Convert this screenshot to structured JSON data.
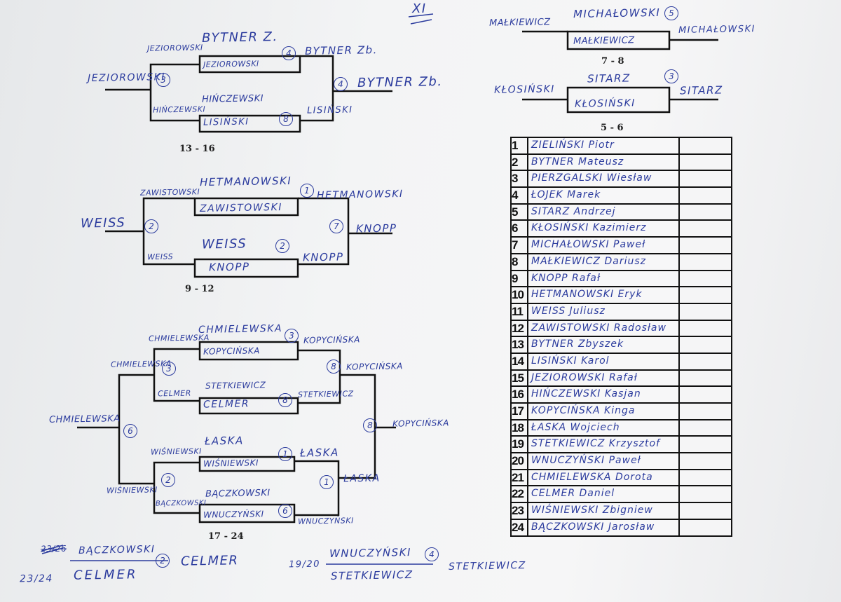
{
  "sheet_label": "XI",
  "bracket_7_8": {
    "label": "7 - 8",
    "left_entry": "MAŁKIEWICZ",
    "top": "MICHAŁOWSKI",
    "top_score": "5",
    "bottom": "MAŁKIEWICZ",
    "winner": "MICHAŁOWSKI"
  },
  "bracket_5_6": {
    "label": "5 - 6",
    "left_entry": "KŁOSIŃSKI",
    "top": "SITARZ",
    "top_score": "3",
    "bottom": "KŁOSIŃSKI",
    "winner": "SITARZ"
  },
  "bracket_13_16": {
    "label": "13 - 16",
    "m1_top": "BYTNER Z.",
    "m1_bottom": "JEZIOROWSKI",
    "m1_score": "4",
    "m1_winner": "BYTNER Zb.",
    "m1_loser": "JEZIOROWSKI",
    "m2_top": "HIŃCZEWSKI",
    "m2_bottom": "LISIŃSKI",
    "m2_score": "8",
    "m2_winner": "LISIŃSKI",
    "m2_loser": "HIŃCZEWSKI",
    "left_winner": "JEZIOROWSKI",
    "left_score": "3",
    "right_score": "4",
    "right_winner": "BYTNER Zb."
  },
  "bracket_9_12": {
    "label": "9 - 12",
    "m1_top": "HETMANOWSKI",
    "m1_bottom": "ZAWISTOWSKI",
    "m1_score": "1",
    "m1_winner": "HETMANOWSKI",
    "m1_loser": "ZAWISTOWSKI",
    "m2_top": "WEISS",
    "m2_bottom": "KNOPP",
    "m2_score": "2",
    "m2_winner": "KNOPP",
    "m2_loser": "WEISS",
    "left_winner": "WEISS",
    "left_score": "2",
    "right_score": "7",
    "right_winner": "KNOPP"
  },
  "bracket_17_24": {
    "label": "17 - 24",
    "m1_top": "CHMIELEWSKA",
    "m1_bottom": "KOPYCIŃSKA",
    "m1_score": "3",
    "m1_winner": "KOPYCIŃSKA",
    "m1_loser": "CHMIELEWSKA",
    "m2_top": "STETKIEWICZ",
    "m2_bottom": "CELMER",
    "m2_score": "8",
    "m2_winner": "STETKIEWICZ",
    "m2_loser": "CELMER",
    "m3_top": "ŁASKA",
    "m3_bottom": "WIŚNIEWSKI",
    "m3_score": "1",
    "m3_winner": "ŁASKA",
    "m3_loser": "WIŚNIEWSKI",
    "m4_top": "BĄCZKOWSKI",
    "m4_bottom": "WNUCZYŃSKI",
    "m4_score": "6",
    "m4_winner": "WNUCZYŃSKI",
    "m4_loser": "BĄCZKOWSKI",
    "l_semi1": "CHMIELEWSKA",
    "l_semi1_score": "3",
    "l_semi2": "WIŚNIEWSKI",
    "l_semi2_score": "2",
    "l_final": "CHMIELEWSKA",
    "l_final_score": "6",
    "r_semi1": "KOPYCIŃSKA",
    "r_semi1_score": "8",
    "r_semi2": "ŁASKA",
    "r_semi2_score": "1",
    "r_final": "KOPYCIŃSKA",
    "r_final_score": "8"
  },
  "placement_23_24": {
    "label_crossed": "23/26",
    "label": "23/24",
    "top": "BĄCZKOWSKI",
    "bottom": "CELMER",
    "score": "2",
    "winner": "CELMER"
  },
  "placement_19_20": {
    "label": "19/20",
    "top": "WNUCZYŃSKI",
    "bottom": "STETKIEWICZ",
    "score": "4",
    "winner": "STETKIEWICZ"
  },
  "standings": [
    {
      "num": "1",
      "name": "ZIELIŃSKI Piotr"
    },
    {
      "num": "2",
      "name": "BYTNER Mateusz"
    },
    {
      "num": "3",
      "name": "PIERZGALSKI Wiesław"
    },
    {
      "num": "4",
      "name": "ŁOJEK Marek"
    },
    {
      "num": "5",
      "name": "SITARZ Andrzej"
    },
    {
      "num": "6",
      "name": "KŁOSIŃSKI Kazimierz"
    },
    {
      "num": "7",
      "name": "MICHAŁOWSKI Paweł"
    },
    {
      "num": "8",
      "name": "MAŁKIEWICZ Dariusz"
    },
    {
      "num": "9",
      "name": "KNOPP Rafał"
    },
    {
      "num": "10",
      "name": "HETMANOWSKI Eryk"
    },
    {
      "num": "11",
      "name": "WEISS Juliusz"
    },
    {
      "num": "12",
      "name": "ZAWISTOWSKI Radosław"
    },
    {
      "num": "13",
      "name": "BYTNER Zbyszek"
    },
    {
      "num": "14",
      "name": "LISIŃSKI Karol"
    },
    {
      "num": "15",
      "name": "JEZIOROWSKI Rafał"
    },
    {
      "num": "16",
      "name": "HIŃCZEWSKI Kasjan"
    },
    {
      "num": "17",
      "name": "KOPYCIŃSKA Kinga"
    },
    {
      "num": "18",
      "name": "ŁASKA Wojciech"
    },
    {
      "num": "19",
      "name": "STETKIEWICZ Krzysztof"
    },
    {
      "num": "20",
      "name": "WNUCZYŃSKI Paweł"
    },
    {
      "num": "21",
      "name": "CHMIELEWSKA Dorota"
    },
    {
      "num": "22",
      "name": "CELMER Daniel"
    },
    {
      "num": "23",
      "name": "WIŚNIEWSKI Zbigniew"
    },
    {
      "num": "24",
      "name": "BĄCZKOWSKI Jarosław"
    }
  ]
}
